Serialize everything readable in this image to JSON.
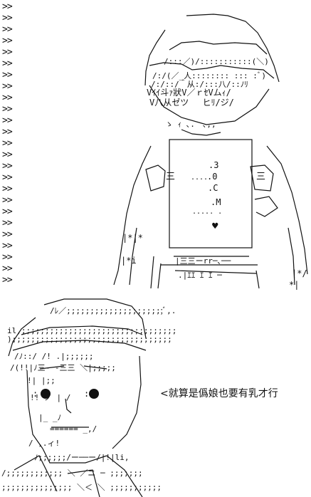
{
  "quote_marker": ">>",
  "quote_marker_count": 25,
  "board": {
    "lines": [
      ".3",
      ".0",
      ".C",
      ".M"
    ],
    "heart": "♥"
  },
  "kanji_marks": {
    "left": "三",
    "right": "三"
  },
  "speech_text": "<就算是僞娘也要有乳才行",
  "colors": {
    "ink": "#111111",
    "background": "#ffffff"
  }
}
